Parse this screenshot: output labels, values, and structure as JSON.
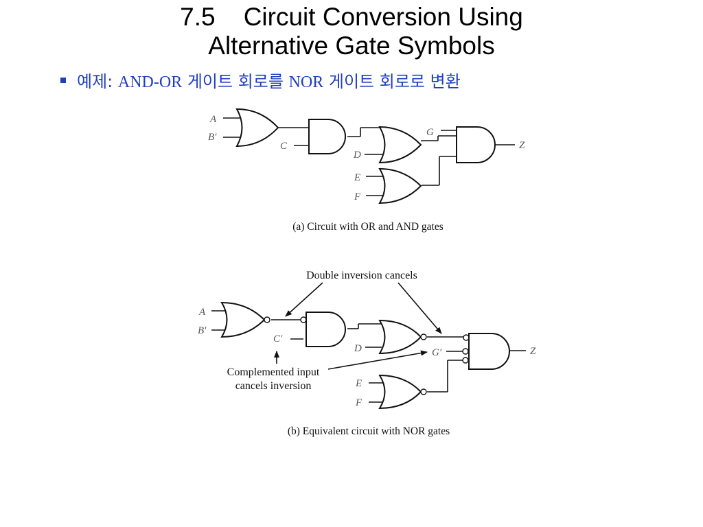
{
  "title": {
    "line1": "7.5    Circuit Conversion Using",
    "line2": "Alternative Gate Symbols"
  },
  "bullet": {
    "prefix": "예제: ",
    "part1": "AND-OR",
    "mid": " 게이트 회로를 ",
    "part2": "NOR",
    "suffix": " 게이트 회로로 변환"
  },
  "circuit_a": {
    "labels": {
      "A": "A",
      "B": "B′",
      "C": "C",
      "D": "D",
      "G": "G",
      "E": "E",
      "F": "F",
      "Z": "Z"
    },
    "caption": "(a) Circuit with OR and AND gates"
  },
  "circuit_b": {
    "labels": {
      "A": "A",
      "B": "B′",
      "C": "C′",
      "D": "D",
      "G": "G′",
      "E": "E",
      "F": "F",
      "Z": "Z"
    },
    "annotation_top": "Double inversion cancels",
    "annotation_left_line1": "Complemented input",
    "annotation_left_line2": "cancels inversion",
    "caption": "(b) Equivalent circuit with NOR gates"
  }
}
